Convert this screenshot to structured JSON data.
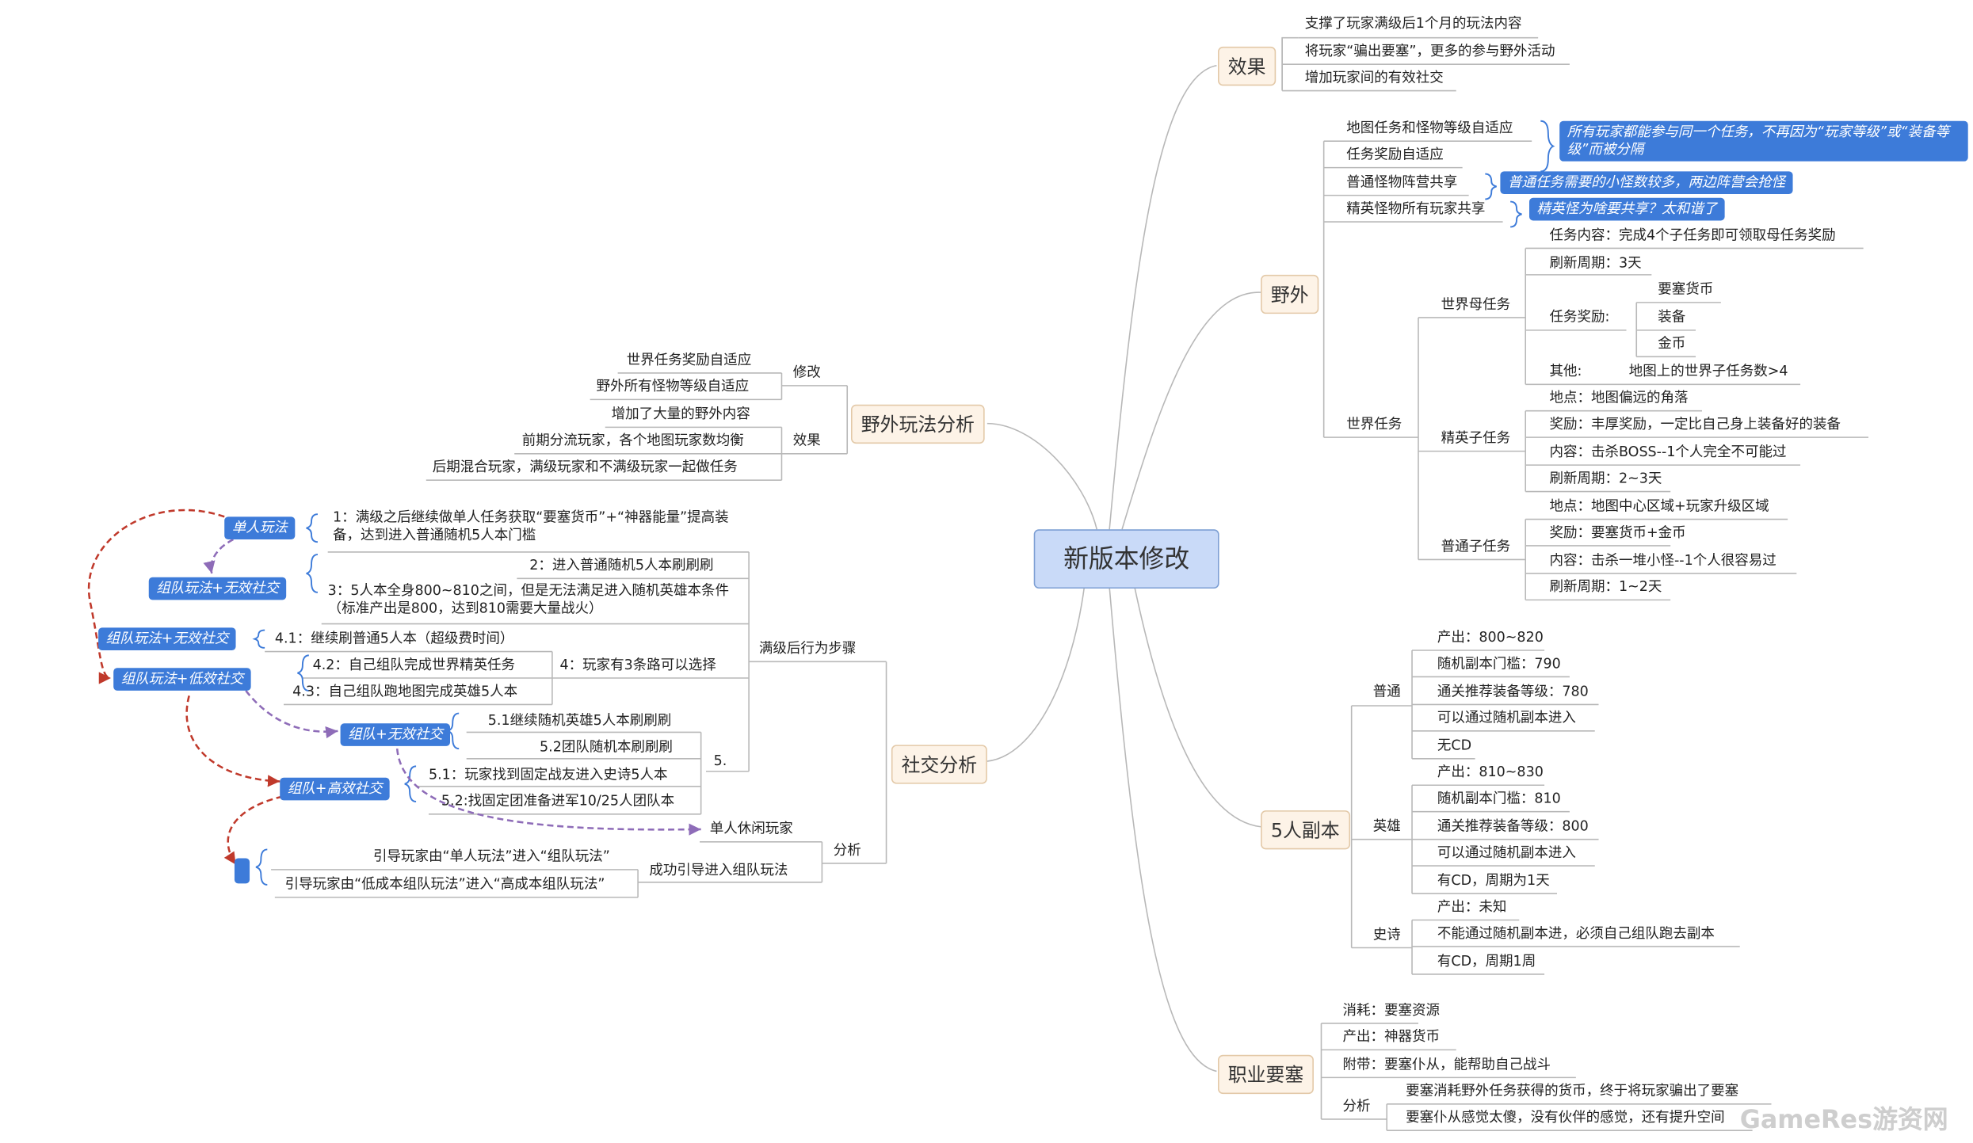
{
  "center": "新版本修改",
  "right": {
    "effect": {
      "title": "效果",
      "items": [
        "支撑了玩家满级后1个月的玩法内容",
        "将玩家“骗出要塞”，更多的参与野外活动",
        "增加玩家间的有效社交"
      ]
    },
    "wild": {
      "title": "野外",
      "items": [
        "地图任务和怪物等级自适应",
        "任务奖励自适应",
        "普通怪物阵营共享",
        "精英怪物所有玩家共享"
      ],
      "notes": [
        "所有玩家都能参与同一个任务，不再因为“玩家等级”或“装备等级”而被分隔",
        "普通任务需要的小怪数较多，两边阵营会抢怪",
        "精英怪为啥要共享？太和谐了"
      ],
      "world_task": "世界任务",
      "mother": {
        "title": "世界母任务",
        "content": "任务内容：完成4个子任务即可领取母任务奖励",
        "cycle": "刷新周期：3天",
        "reward_label": "任务奖励:",
        "rewards": [
          "要塞货币",
          "装备",
          "金币"
        ],
        "other_label": "其他:",
        "other": "地图上的世界子任务数>4"
      },
      "elite": {
        "title": "精英子任务",
        "items": [
          "地点：地图偏远的角落",
          "奖励：丰厚奖励，一定比自己身上装备好的装备",
          "内容：击杀BOSS--1个人完全不可能过",
          "刷新周期：2~3天"
        ]
      },
      "normal": {
        "title": "普通子任务",
        "items": [
          "地点：地图中心区域+玩家升级区域",
          "奖励：要塞货币+金币",
          "内容：击杀一堆小怪--1个人很容易过",
          "刷新周期：1~2天"
        ]
      }
    },
    "dungeon": {
      "title": "5人副本",
      "normal": {
        "title": "普通",
        "items": [
          "产出：800~820",
          "随机副本门槛：790",
          "通关推荐装备等级：780",
          "可以通过随机副本进入",
          "无CD"
        ]
      },
      "heroic": {
        "title": "英雄",
        "items": [
          "产出：810~830",
          "随机副本门槛：810",
          "通关推荐装备等级：800",
          "可以通过随机副本进入",
          "有CD，周期为1天"
        ]
      },
      "epic": {
        "title": "史诗",
        "items": [
          "产出：未知",
          "不能通过随机副本进，必须自己组队跑去副本",
          "有CD，周期1周"
        ]
      }
    },
    "fortress": {
      "title": "职业要塞",
      "items": [
        "消耗：要塞资源",
        "产出：神器货币",
        "附带：要塞仆从，能帮助自己战斗"
      ],
      "analysis_label": "分析",
      "analysis": [
        "要塞消耗野外任务获得的货币，终于将玩家骗出了要塞",
        "要塞仆从感觉太傻，没有伙伴的感觉，还有提升空间"
      ]
    }
  },
  "left": {
    "wild_analysis": {
      "title": "野外玩法分析",
      "modify_label": "修改",
      "modify": [
        "世界任务奖励自适应",
        "野外所有怪物等级自适应"
      ],
      "effect_label": "效果",
      "effect": [
        "增加了大量的野外内容",
        "前期分流玩家，各个地图玩家数均衡",
        "后期混合玩家，满级玩家和不满级玩家一起做任务"
      ]
    },
    "social": {
      "title": "社交分析",
      "steps_label": "满级后行为步骤",
      "step1": "1：满级之后继续做单人任务获取“要塞货币”+“神器能量”提高装备，达到进入普通随机5人本门槛",
      "step2": "2：进入普通随机5人本刷刷刷",
      "step3": "3：5人本全身800~810之间，但是无法满足进入随机英雄本条件（标准产出是800，达到810需要大量战火）",
      "step4": "4：玩家有3条路可以选择",
      "step41": "4.1：继续刷普通5人本（超级费时间）",
      "step42": "4.2：自己组队完成世界精英任务",
      "step43": "4.3：自己组队跑地图完成英雄5人本",
      "step5": "5.",
      "step51a": "5.1继续随机英雄5人本刷刷刷",
      "step52a": "5.2团队随机本刷刷刷",
      "step51b": "5.1：玩家找到固定战友进入史诗5人本",
      "step52b": "5.2:找固定团准备进军10/25人团队本",
      "solo_casual": "单人休闲玩家",
      "analysis_label": "分析",
      "success": "成功引导进入组队玩法",
      "guide1": "引导玩家由“单人玩法”进入“组队玩法”",
      "guide2": "引导玩家由“低成本组队玩法”进入“高成本组队玩法”",
      "tags": {
        "solo": "单人玩法",
        "team_invalid1": "组队玩法+无效社交",
        "team_invalid2": "组队玩法+无效社交",
        "team_low": "组队玩法+低效社交",
        "team_invalid3": "组队+无效社交",
        "team_high": "组队+高效社交"
      }
    }
  },
  "watermark": "GameRes游资网",
  "colors": {
    "branch": "#b8b8b8",
    "center_fill": "#c9daf8",
    "tag_blue": "#3d7bd9",
    "arrow_red": "#c0392b",
    "arrow_purple": "#8e6cb8"
  }
}
